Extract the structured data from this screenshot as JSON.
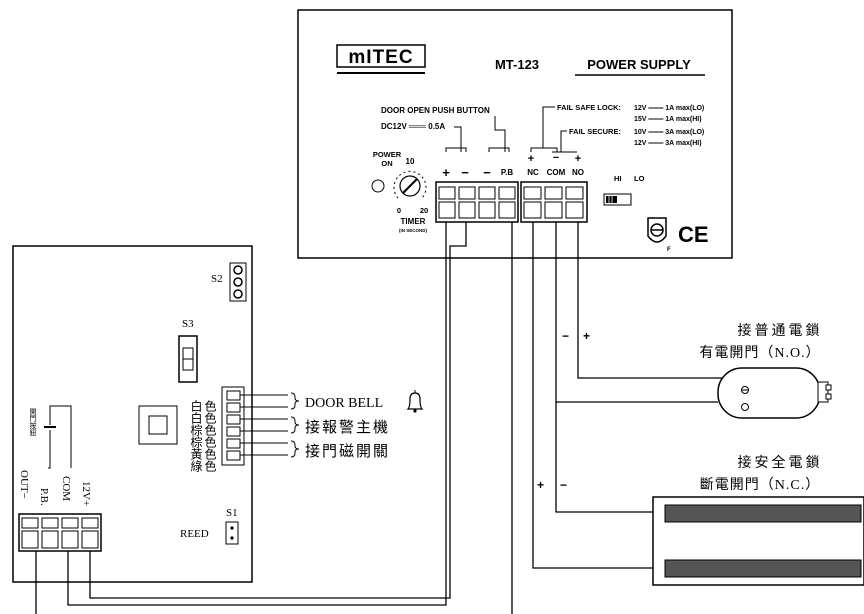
{
  "power_supply": {
    "brand": "mITEC",
    "model": "MT-123",
    "product": "POWER SUPPLY",
    "push_button_title": "DOOR OPEN PUSH BUTTON",
    "push_button_rating": "DC12V ═══ 0.5A",
    "fail_safe_lock": "FAIL SAFE  LOCK:",
    "fail_safe_line1": "12V ═══ 1A max(LO)",
    "fail_safe_line2": "15V ═══ 1A max(HI)",
    "fail_secure": "FAIL SECURE:",
    "fail_secure_line1": "10V ═══ 3A max(LO)",
    "fail_secure_line2": "12V ═══ 3A max(HI)",
    "power_on_1": "POWER",
    "power_on_2": "ON",
    "timer_10": "10",
    "timer_0": "0",
    "timer_20": "20",
    "timer_label": "TIMER",
    "timer_sub": "(IN SECOND)",
    "terminals": [
      "+",
      "−",
      "−",
      "P.B",
      "NC",
      "COM",
      "NO"
    ],
    "polarity_nc": "+",
    "polarity_com": "−",
    "polarity_no": "+",
    "hi": "HI",
    "lo": "LO",
    "ce": "CE",
    "f_mark": "F"
  },
  "controller": {
    "s2": "S2",
    "s3": "S3",
    "s1": "S1",
    "reed": "REED",
    "wire_colors_col1": "白白棕棕黃綠",
    "wire_colors_col2": "色色色色色色",
    "door_bell": "DOOR BELL",
    "alarm_host": "接報警主機",
    "door_magnet": "接門磁開關",
    "exit_button": "開門按鈕",
    "pb": "P.B.",
    "com": "COM",
    "out": "OUT−",
    "v12": "12V+"
  },
  "locks": {
    "no_title": "接普通電鎖",
    "no_sub": "有電開門（N.O.）",
    "nc_title": "接安全電鎖",
    "nc_sub": "斷電開門（N.C.）",
    "no_minus": "−",
    "no_plus": "+",
    "nc_plus": "+",
    "nc_minus": "−"
  }
}
